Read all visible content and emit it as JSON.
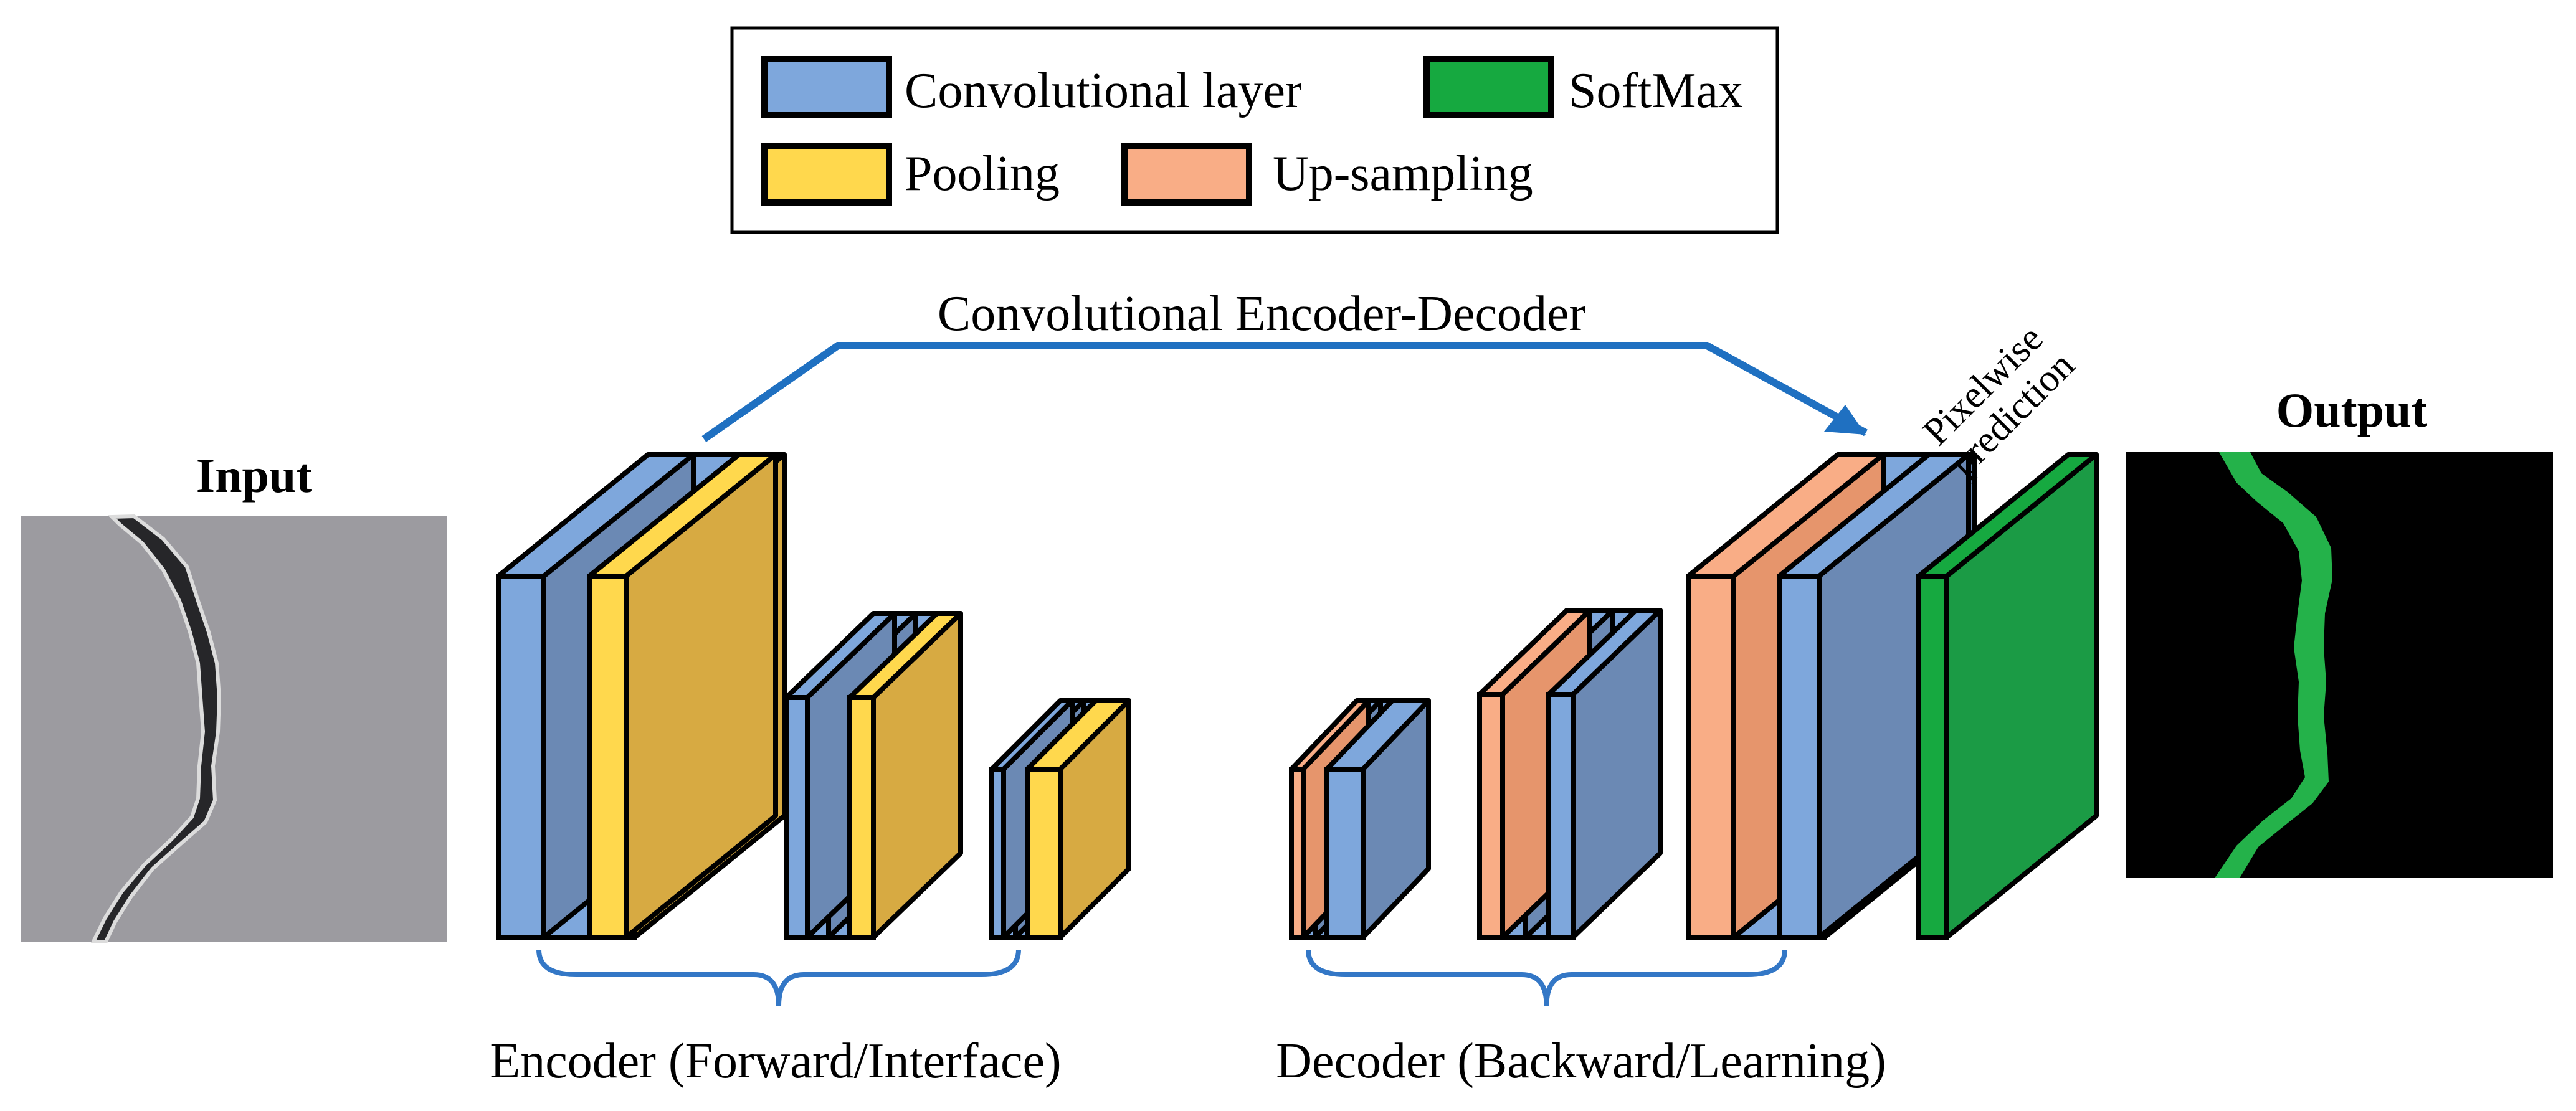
{
  "legend": {
    "items": [
      {
        "key": "conv",
        "label": "Convolutional layer",
        "color": "#7ea7dc"
      },
      {
        "key": "softmax",
        "label": "SoftMax",
        "color": "#16a940"
      },
      {
        "key": "pool",
        "label": "Pooling",
        "color": "#ffd84d"
      },
      {
        "key": "up",
        "label": "Up-sampling",
        "color": "#f9ad86"
      }
    ]
  },
  "input": {
    "title": "Input"
  },
  "output": {
    "title": "Output"
  },
  "skip_label": "Convolutional Encoder-Decoder",
  "prediction_label": {
    "line1": "Pixelwise",
    "line2": "prediction"
  },
  "encoder": {
    "caption": "Encoder (Forward/Interface)",
    "stages": [
      [
        "conv",
        "conv",
        "pool"
      ],
      [
        "conv",
        "conv",
        "conv",
        "pool"
      ],
      [
        "conv",
        "conv",
        "conv",
        "pool"
      ]
    ]
  },
  "decoder": {
    "caption": "Decoder (Backward/Learning)",
    "stages": [
      [
        "up",
        "conv",
        "conv",
        "conv"
      ],
      [
        "up",
        "conv",
        "conv",
        "conv"
      ],
      [
        "up",
        "conv",
        "conv"
      ]
    ]
  },
  "softmax_layer": "softmax",
  "colors": {
    "conv_front": "#7ea7dc",
    "conv_side": "#6b89b4",
    "pool_front": "#ffd84d",
    "pool_side": "#d7aa42",
    "up_front": "#f9ad86",
    "up_side": "#e6956c",
    "softmax_front": "#16a940",
    "softmax_side": "#1b9b45",
    "arrow": "#1f70c1",
    "brace": "#3377c6",
    "crack_bg": "#9c9ba0",
    "output_bg": "#000000",
    "mask": "#24b24a"
  }
}
